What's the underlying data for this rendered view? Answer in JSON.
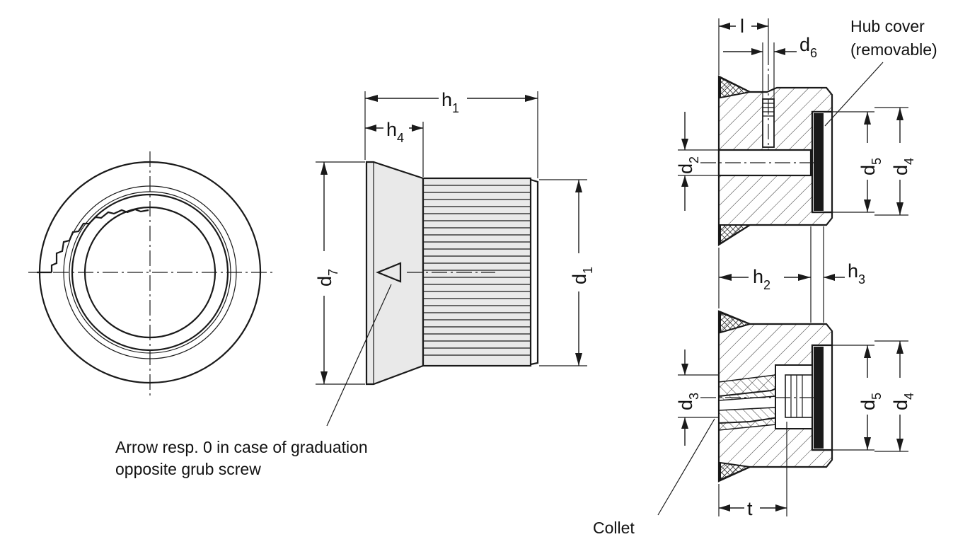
{
  "labels": {
    "h1": "h",
    "h1_sub": "1",
    "h4": "h",
    "h4_sub": "4",
    "d7": "d",
    "d7_sub": "7",
    "d1": "d",
    "d1_sub": "1",
    "l": "l",
    "d6": "d",
    "d6_sub": "6",
    "d2": "d",
    "d2_sub": "2",
    "d5_top": "d",
    "d5_top_sub": "5",
    "d4_top": "d",
    "d4_top_sub": "4",
    "h2": "h",
    "h2_sub": "2",
    "h3": "h",
    "h3_sub": "3",
    "d3": "d",
    "d3_sub": "3",
    "d5_bot": "d",
    "d5_bot_sub": "5",
    "d4_bot": "d",
    "d4_bot_sub": "4",
    "t": "t"
  },
  "notes": {
    "hub_cover_line1": "Hub cover",
    "hub_cover_line2": "(removable)",
    "arrow_line1": "Arrow resp. 0 in case of graduation",
    "arrow_line2": "opposite grub screw",
    "collet": "Collet"
  }
}
